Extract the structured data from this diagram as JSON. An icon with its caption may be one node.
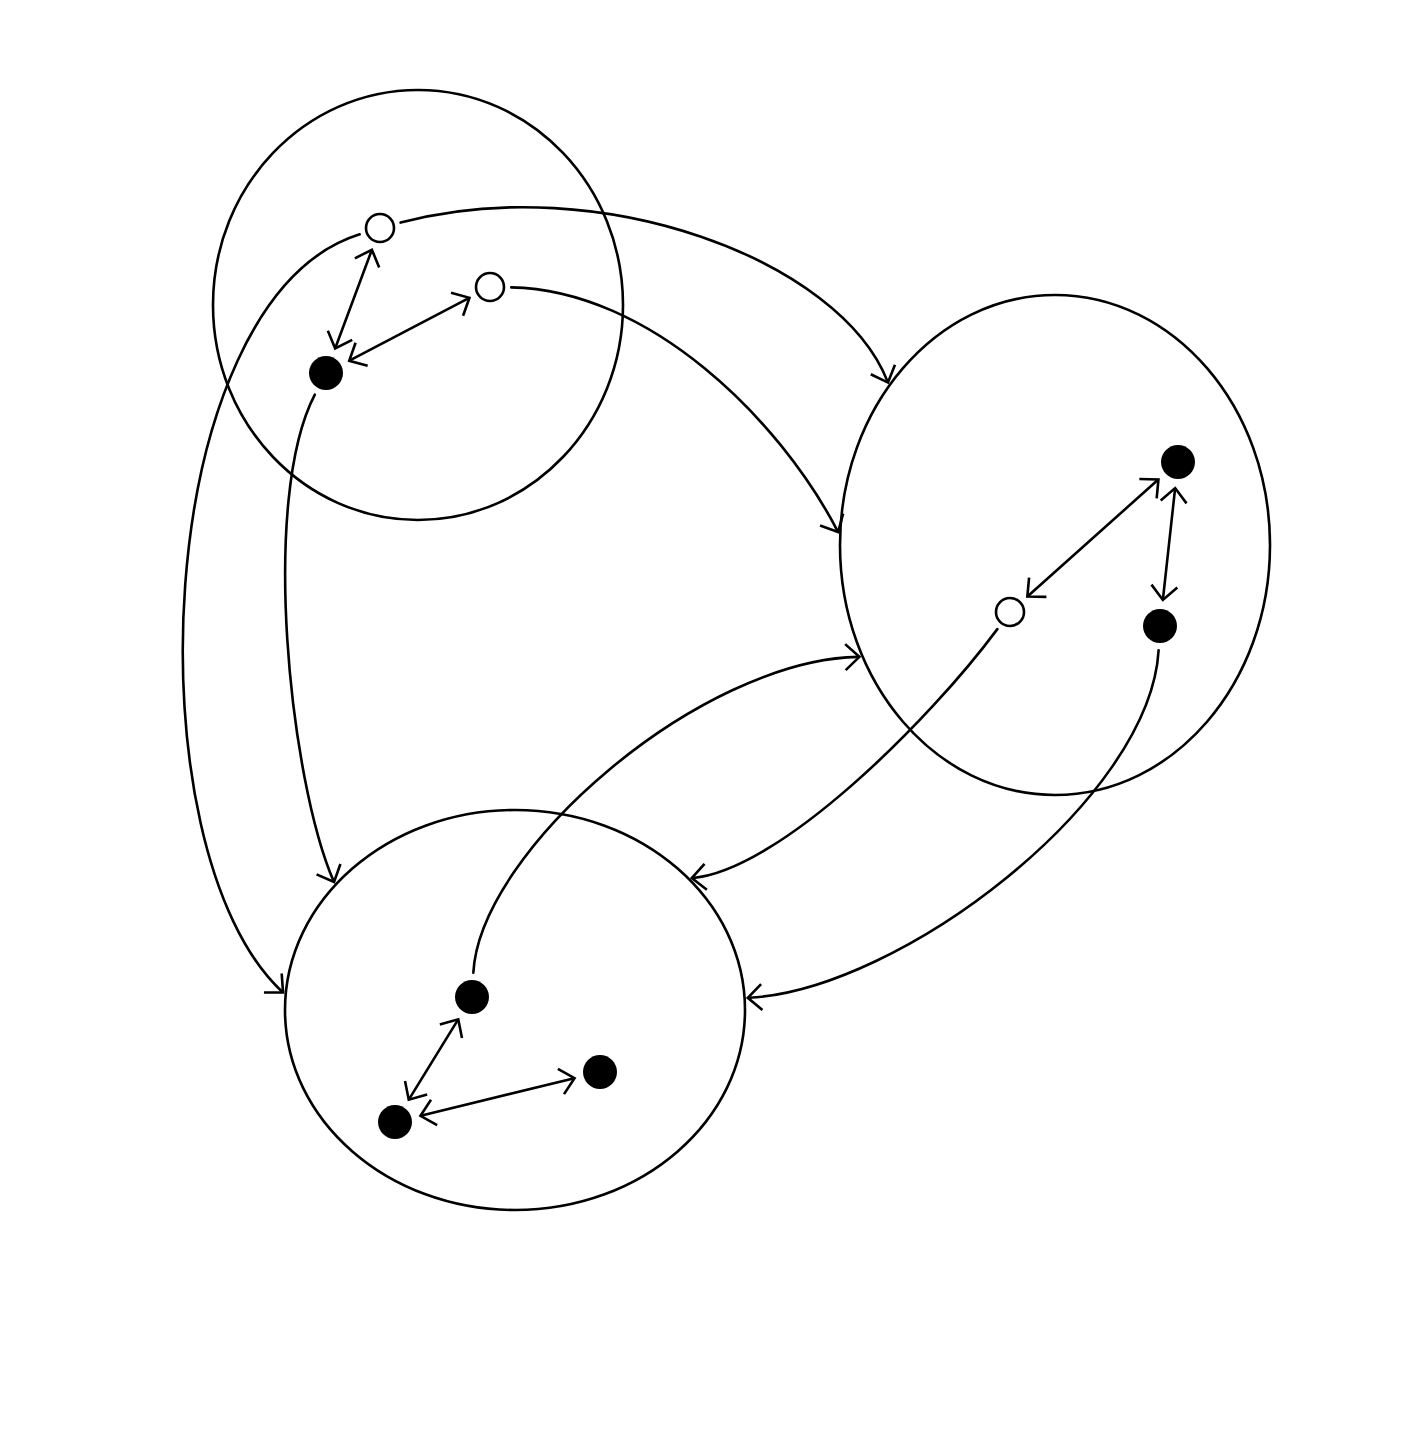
{
  "diagram": {
    "nodes": [
      {
        "text": [],
        "shape": "circle"
      },
      {
        "text": [],
        "shape": "circle"
      },
      {
        "text": [],
        "shape": "circle"
      },
      {
        "text": [],
        "shape": "circle",
        "in": 0
      },
      {
        "text": [],
        "shape": "circle",
        "in": 0
      },
      {
        "text": [],
        "shape": "dot",
        "in": 0
      },
      {
        "text": [],
        "shape": "dot",
        "in": 1
      },
      {
        "text": [],
        "shape": "dot",
        "in": 1
      },
      {
        "text": [],
        "shape": "circle",
        "in": 1
      },
      {
        "text": [],
        "shape": "dot",
        "in": 2
      },
      {
        "text": [],
        "shape": "dot",
        "in": 2
      },
      {
        "text": [],
        "shape": "dot",
        "in": 2
      }
    ],
    "edges": [
      {
        "from": 3,
        "to": 5,
        "arrow": "both"
      },
      {
        "from": 5,
        "to": 4,
        "arrow": "both"
      },
      {
        "from": 8,
        "to": 6,
        "arrow": "both"
      },
      {
        "from": 6,
        "to": 7,
        "arrow": "both"
      },
      {
        "from": 9,
        "to": 10,
        "arrow": "both"
      },
      {
        "from": 10,
        "to": 11,
        "arrow": "both"
      },
      {
        "from": 3,
        "to": 1,
        "arrow": "to"
      },
      {
        "from": 3,
        "to": 2,
        "arrow": "to"
      },
      {
        "from": 4,
        "to": 1,
        "arrow": "to"
      },
      {
        "from": 5,
        "to": 2,
        "arrow": "to"
      },
      {
        "from": 8,
        "to": 2,
        "arrow": "to"
      },
      {
        "from": 7,
        "to": 2,
        "arrow": "to"
      },
      {
        "from": 9,
        "to": 1,
        "arrow": "to"
      }
    ]
  }
}
